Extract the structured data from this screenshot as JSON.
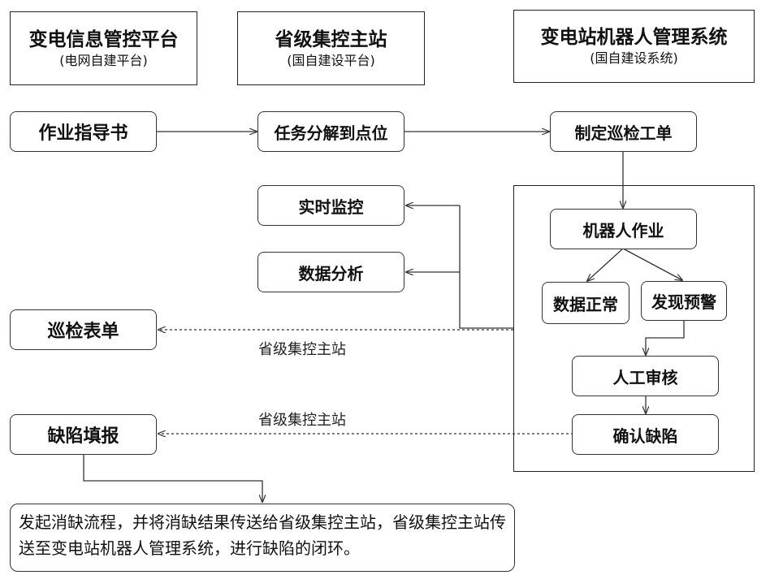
{
  "headers": [
    {
      "title": "变电信息管控平台",
      "subtitle": "(电网自建平台)"
    },
    {
      "title": "省级集控主站",
      "subtitle": "(国自建设平台)"
    },
    {
      "title": "变电站机器人管理系统",
      "subtitle": "(国自建设系统)"
    }
  ],
  "nodes": {
    "work_guide": "作业指导书",
    "task_decompose": "任务分解到点位",
    "make_order": "制定巡检工单",
    "realtime_monitor": "实时监控",
    "data_analysis": "数据分析",
    "inspection_form": "巡检表单",
    "robot_work": "机器人作业",
    "data_normal": "数据正常",
    "warning_found": "发现预警",
    "manual_review": "人工审核",
    "confirm_defect": "确认缺陷",
    "defect_report": "缺陷填报"
  },
  "edge_labels": {
    "to_inspection_form": "省级集控主站",
    "to_defect_report": "省级集控主站"
  },
  "note": "发起消缺流程，并将消缺结果传送给省级集控主站，省级集控主站传送至变电站机器人管理系统，进行缺陷的闭环。"
}
